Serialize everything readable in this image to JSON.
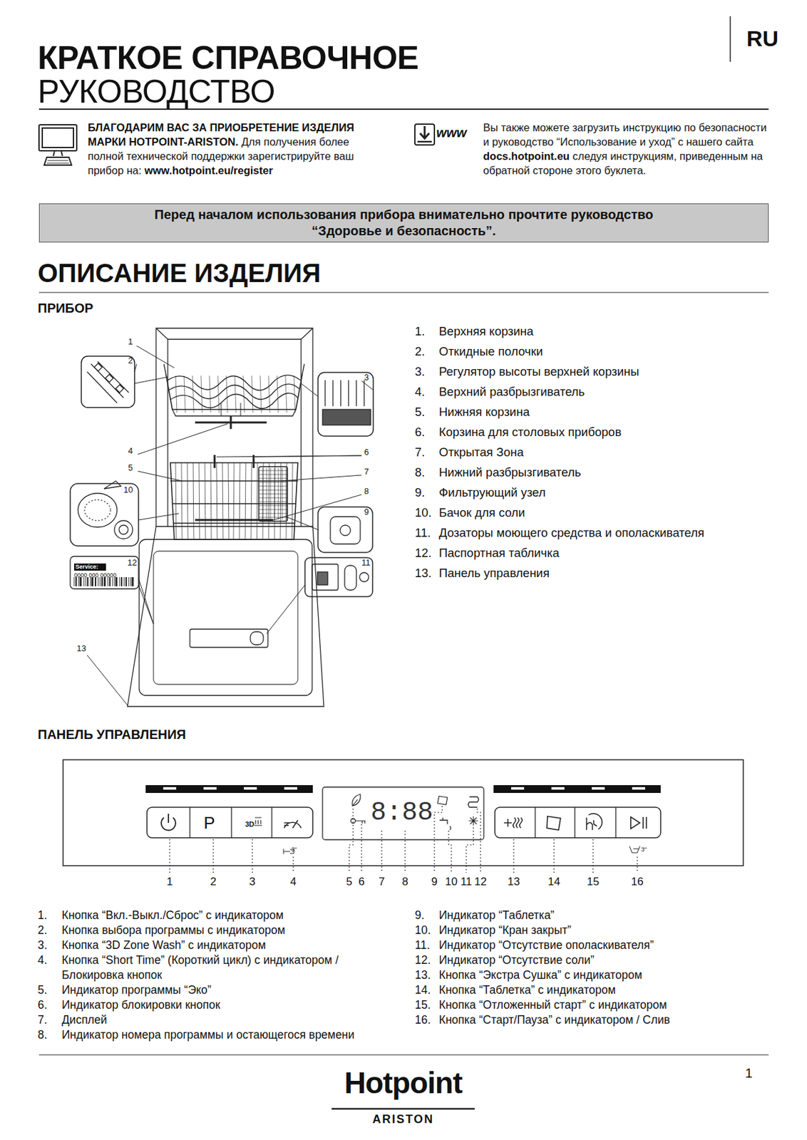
{
  "diagram": {
    "title": "КРАТКОЕ СПРАВОЧНОЕ",
    "nodes": [
      {
        "text": [
          "Перед началом использования прибора внимательно прочтите руководство “Здоровье и безопасность”."
        ]
      },
      {
        "text": [
          "Service:",
          "0000 000 00000"
        ]
      }
    ],
    "labels": [
      "RU",
      "РУКОВОДСТВО",
      "БЛАГОДАРИМ ВАС ЗА ПРИОБРЕТЕНИЕ ИЗДЕЛИЯ МАРКИ HOTPOINT-ARISTON.",
      "Для получения более полной технической поддержки зарегистрируйте ваш прибор на:",
      "www.hotpoint.eu/register",
      "www",
      "Вы также можете загрузить инструкцию по безопасности и руководство “Использование и уход” с нашего сайта",
      "docs.hotpoint.eu",
      "следуя инструкциям, приведенным на обратной стороне этого буклета.",
      "ОПИСАНИЕ ИЗДЕЛИЯ",
      "ПРИБОР",
      "1",
      "2",
      "3",
      "4",
      "5",
      "6",
      "7",
      "8",
      "9",
      "10",
      "11",
      "12",
      "13",
      "1.",
      "Верхняя корзина",
      "2.",
      "Откидные полочки",
      "3.",
      "Регулятор высоты верхней корзины",
      "4.",
      "Верхний разбрызгиватель",
      "5.",
      "Нижняя корзина",
      "6.",
      "Корзина для столовых приборов",
      "7.",
      "Открытая Зона",
      "8.",
      "Нижний разбрызгиватель",
      "9.",
      "Фильтрующий узел",
      "10.",
      "Бачок для соли",
      "11.",
      "Дозаторы моющего средства и ополаскивателя",
      "12.",
      "Паспортная табличка",
      "13.",
      "Панель управления",
      "ПАНЕЛЬ УПРАВЛЕНИЯ",
      "P",
      "3D",
      "3\"",
      "8:88",
      "3\"",
      "1",
      "2",
      "3",
      "4",
      "5",
      "6",
      "7",
      "8",
      "9",
      "10",
      "11",
      "12",
      "13",
      "14",
      "15",
      "16",
      "1.",
      "Кнопка “Вкл.-Выкл./Сброс” с индикатором",
      "2.",
      "Кнопка выбора программы с индикатором",
      "3.",
      "Кнопка “3D Zone Wash” с индикатором",
      "4.",
      "Кнопка “Short Time” (Короткий цикл) с индикатором / Блокировка кнопок",
      "5.",
      "Индикатор программы “Эко”",
      "6.",
      "Индикатор блокировки кнопок",
      "7.",
      "Дисплей",
      "8.",
      "Индикатор номера программы и остающегося времени",
      "9.",
      "Индикатор “Таблетка”",
      "10.",
      "Индикатор “Кран закрыт”",
      "11.",
      "Индикатор “Отсутствие ополаскивателя”",
      "12.",
      "Индикатор “Отсутствие соли”",
      "13.",
      "Кнопка “Экстра Сушка” с индикатором",
      "14.",
      "Кнопка “Таблетка” с индикатором",
      "15.",
      "Кнопка “Отложенный старт” с индикатором",
      "16.",
      "Кнопка “Старт/Пауза” с индикатором / Слив",
      "1",
      "Hotpoint",
      "ARISTON"
    ]
  }
}
